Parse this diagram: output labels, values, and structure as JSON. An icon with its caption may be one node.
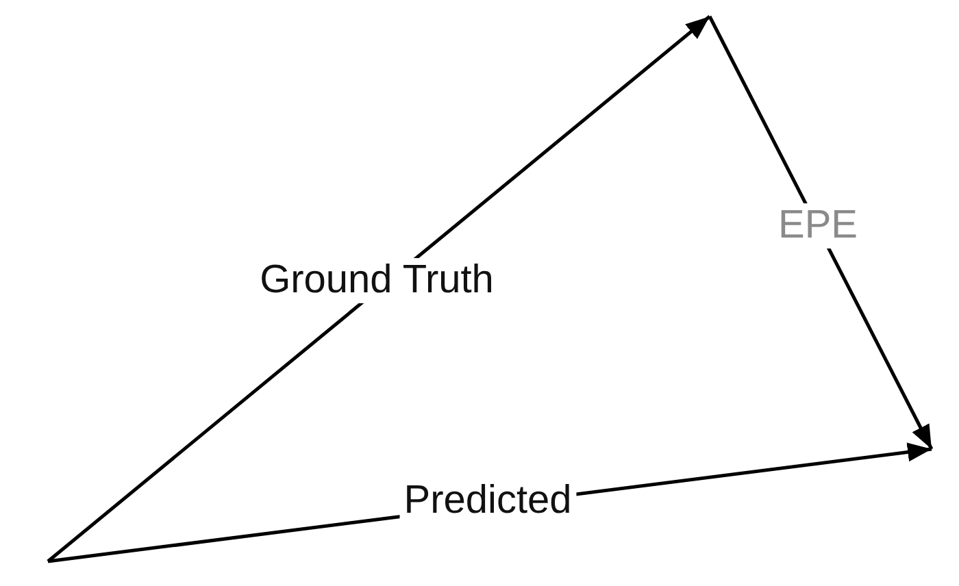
{
  "diagram": {
    "labels": [
      "Ground Truth",
      "EPE",
      "Predicted"
    ]
  }
}
